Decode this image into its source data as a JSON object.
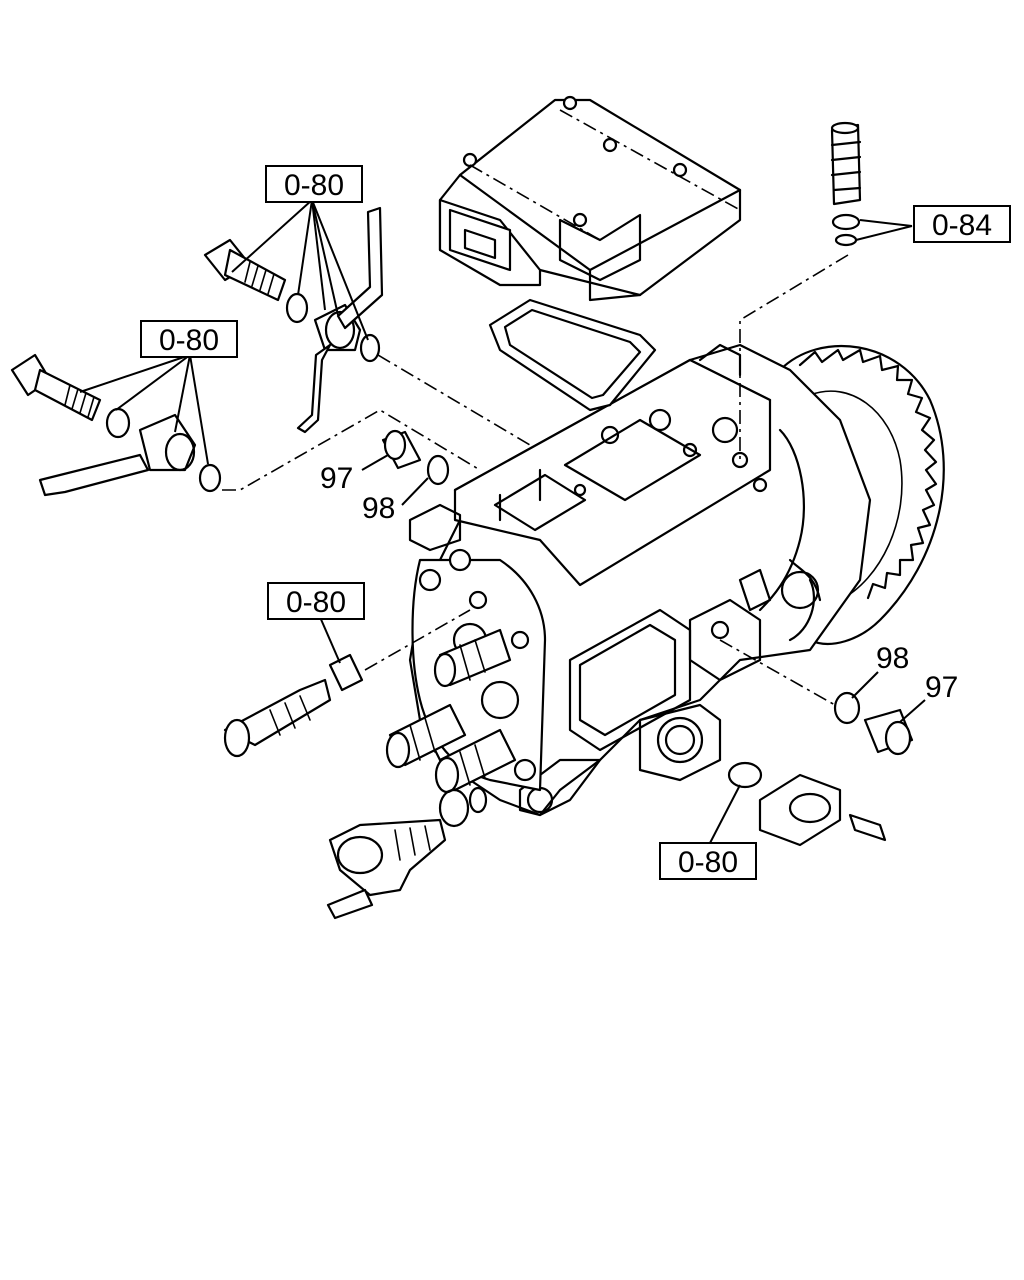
{
  "labels": {
    "ref_top": "0-80",
    "ref_left": "0-80",
    "ref_mid": "0-80",
    "ref_bottom": "0-80",
    "ref_right": "0-84",
    "num97_left": "97",
    "num98_left": "98",
    "num98_right": "98",
    "num97_right": "97"
  }
}
